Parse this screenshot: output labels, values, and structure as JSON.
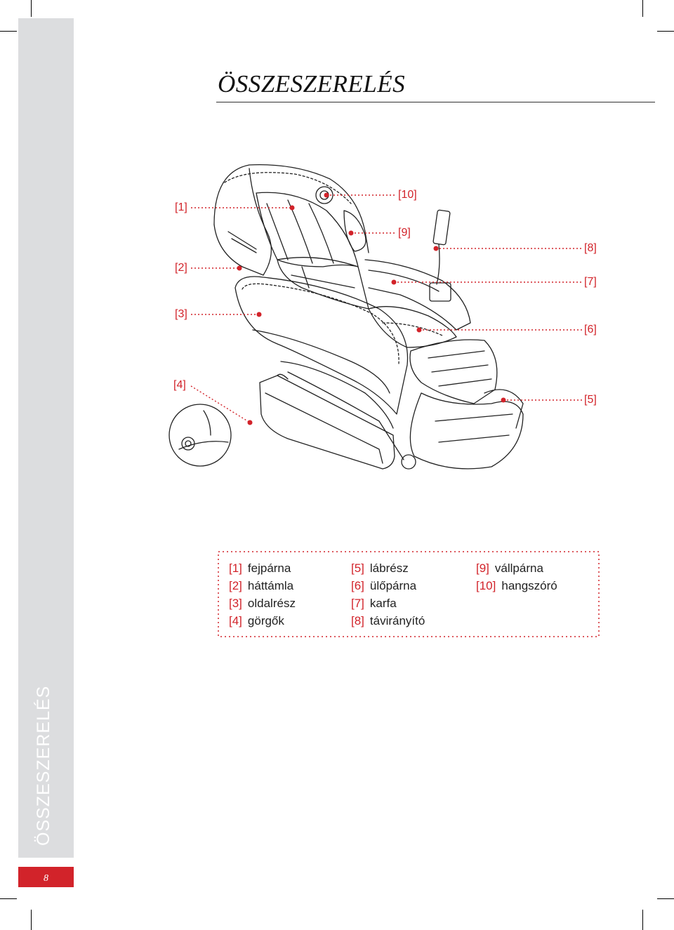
{
  "page": {
    "title": "ÖSSZESZERELÉS",
    "side_title": "ÖSSZESZERELÉS",
    "page_number": "8"
  },
  "callouts": [
    {
      "label": "[1]"
    },
    {
      "label": "[2]"
    },
    {
      "label": "[3]"
    },
    {
      "label": "[4]"
    },
    {
      "label": "[5]"
    },
    {
      "label": "[6]"
    },
    {
      "label": "[7]"
    },
    {
      "label": "[8]"
    },
    {
      "label": "[9]"
    },
    {
      "label": "[10]"
    }
  ],
  "legend": [
    {
      "num": "[1]",
      "text": "fejpárna"
    },
    {
      "num": "[2]",
      "text": "háttámla"
    },
    {
      "num": "[3]",
      "text": "oldalrész"
    },
    {
      "num": "[4]",
      "text": "görgők"
    },
    {
      "num": "[5]",
      "text": "lábrész"
    },
    {
      "num": "[6]",
      "text": "ülőpárna"
    },
    {
      "num": "[7]",
      "text": "karfa"
    },
    {
      "num": "[8]",
      "text": "távirányító"
    },
    {
      "num": "[9]",
      "text": "vállpárna"
    },
    {
      "num": "[10]",
      "text": "hangszóró"
    }
  ],
  "colors": {
    "accent": "#d2232a",
    "sidebar": "#dcdddf",
    "line": "#222222"
  }
}
